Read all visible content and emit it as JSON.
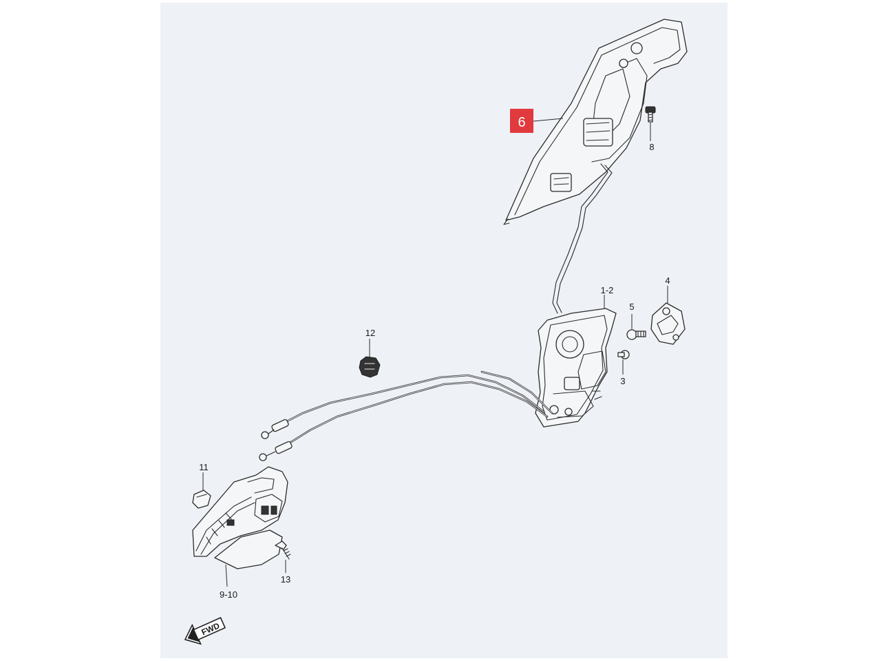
{
  "callouts": {
    "p6": "6",
    "p8": "8",
    "p1_2": "1-2",
    "p4": "4",
    "p5": "5",
    "p3": "3",
    "p12": "12",
    "p11": "11",
    "p13": "13",
    "p9_10": "9-10"
  },
  "fwd_label": "FWD",
  "colors": {
    "highlight": "#e03a3e",
    "paper": "#eef1f6",
    "line": "#2a2a2a"
  }
}
